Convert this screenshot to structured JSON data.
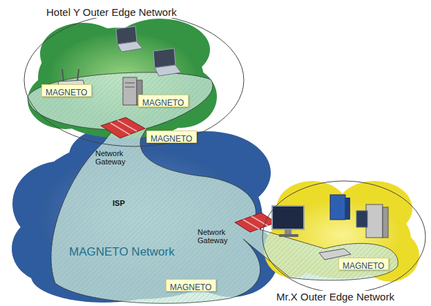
{
  "diagram": {
    "nodes": [
      {
        "text": [
          "Hotel Y Outer Edge Network"
        ]
      },
      {
        "text": [
          "MAGNETO"
        ],
        "in": 0
      },
      {
        "text": [
          "MAGNETO"
        ],
        "in": 0
      },
      {
        "text": [
          "MAGNETO"
        ],
        "in": 0
      },
      {
        "text": [
          "ISP"
        ]
      },
      {
        "text": [
          "MAGNETO Network"
        ],
        "in": 4
      },
      {
        "text": [
          "MAGNETO"
        ],
        "in": 5
      },
      {
        "text": [
          "Mr.X Outer Edge Network"
        ]
      },
      {
        "text": [
          "MAGNETO"
        ],
        "in": 7
      }
    ],
    "labels": [
      "Network Gateway",
      "Network Gateway"
    ]
  }
}
